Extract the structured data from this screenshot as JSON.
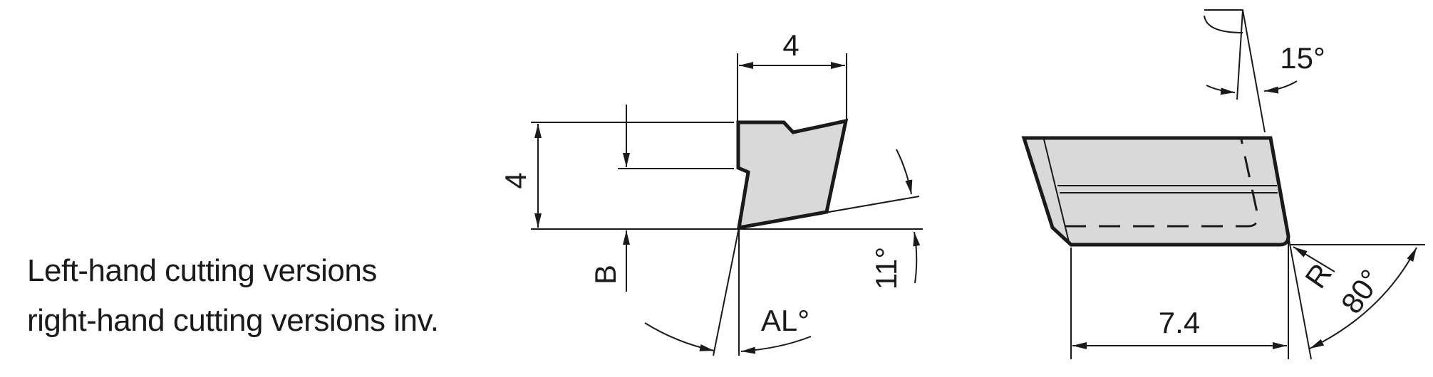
{
  "caption": {
    "line1": "Left-hand cutting versions",
    "line2": "right-hand cutting versions inv."
  },
  "side_view": {
    "width_label": "4",
    "height_label": "4",
    "b_label": "B",
    "relief_angle_label": "11°",
    "lead_angle_label": "AL°"
  },
  "top_view": {
    "angle_top_label": "15°",
    "length_label": "7.4",
    "radius_label": "R",
    "corner_angle_label": "80°"
  },
  "colors": {
    "line": "#1a1a1a",
    "fill": "#d9d9d9",
    "background": "#ffffff"
  }
}
